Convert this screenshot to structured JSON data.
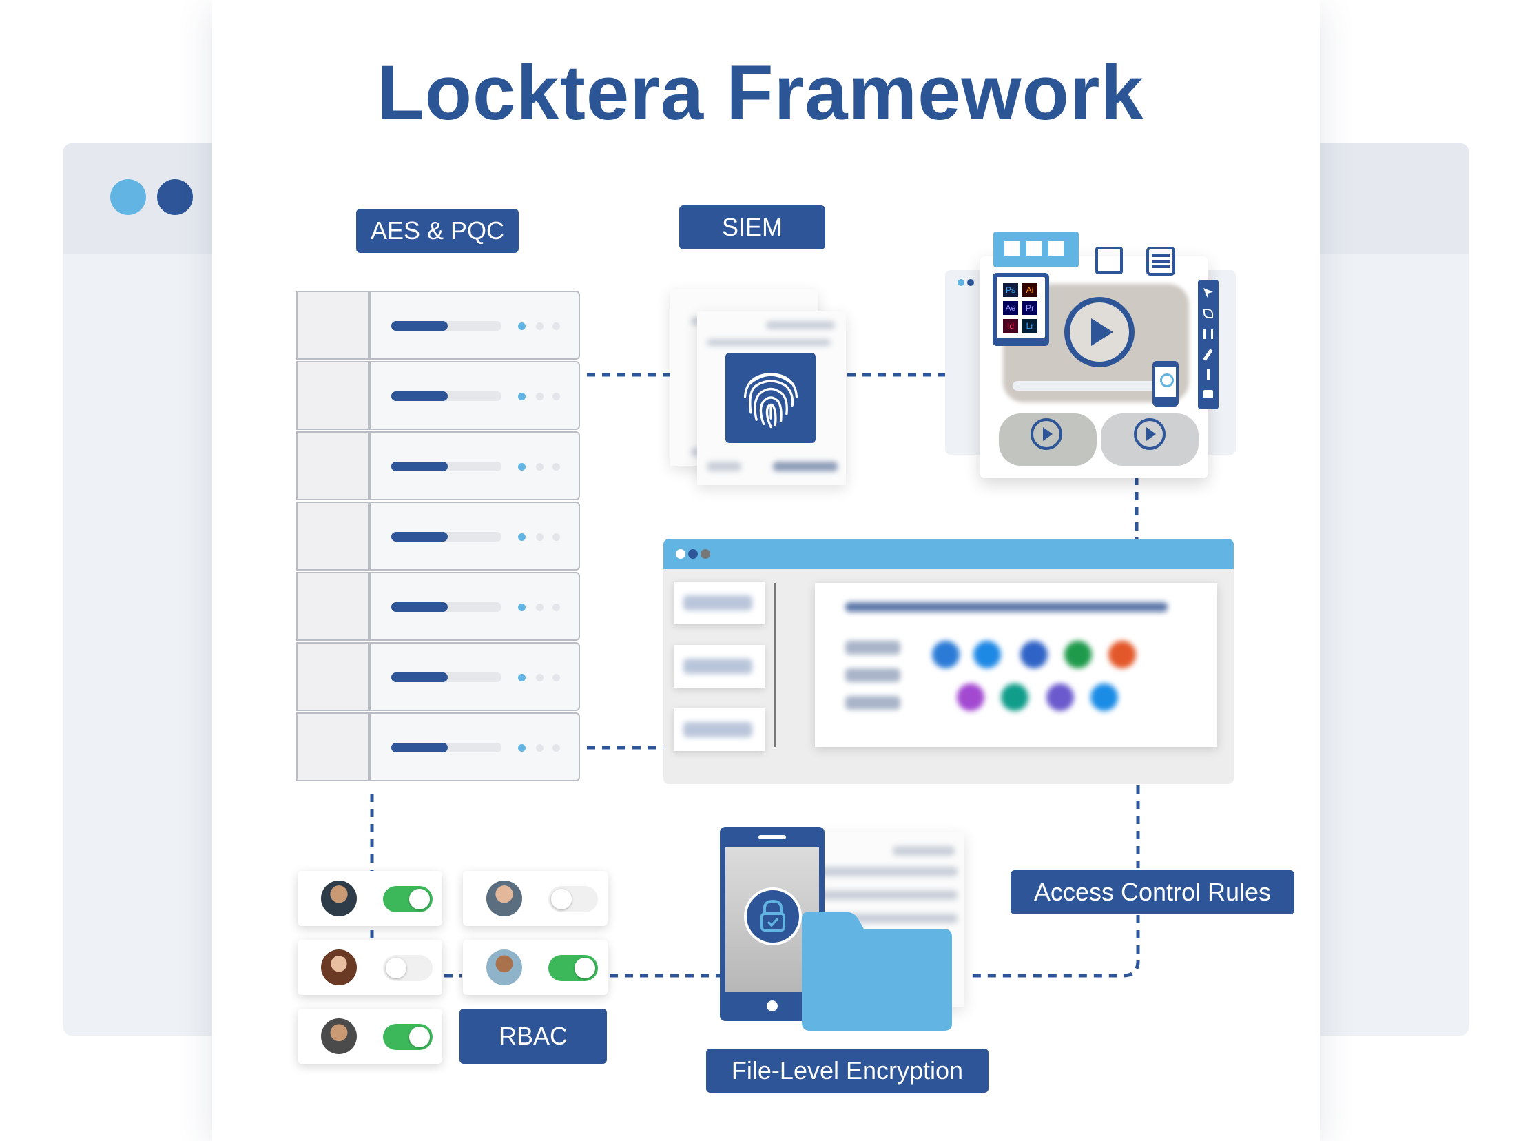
{
  "diagram": {
    "title": "Locktera Framework",
    "labels": {
      "aes": "AES & PQC",
      "siem": "SIEM",
      "rbac": "RBAC",
      "access": "Access Control Rules",
      "file": "File-Level Encryption"
    },
    "app_icons": [
      "Ps",
      "Ai",
      "Ae",
      "Pr",
      "Id",
      "Lr"
    ],
    "colors": {
      "primary": "#2d5597",
      "title": "#2b5594",
      "light_blue": "#62b5e3",
      "toggle_on": "#3cb85a",
      "toggle_off": "#f0f0f0"
    },
    "server_units": 7,
    "users": [
      {
        "toggle": "on"
      },
      {
        "toggle": "off"
      },
      {
        "toggle": "off"
      },
      {
        "toggle": "on"
      },
      {
        "toggle": "on"
      }
    ]
  }
}
